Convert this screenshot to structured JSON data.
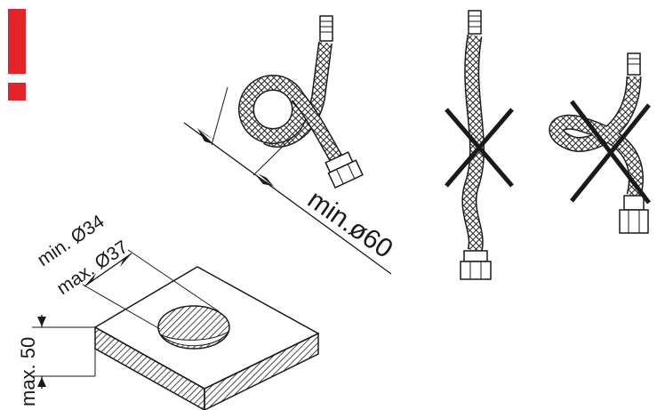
{
  "warning": {
    "symbol": "!",
    "color": "#e3242b"
  },
  "hose_loop": {
    "dimension_label": "min.ø60"
  },
  "mounting_hole": {
    "min_diameter_label": "min. Ø34",
    "max_diameter_label": "max. Ø37",
    "max_thickness_label": "max. 50"
  },
  "forbidden_marks": [
    {
      "id": "twisted-hose",
      "mark": "cross"
    },
    {
      "id": "knotted-hose",
      "mark": "cross"
    }
  ],
  "colors": {
    "line": "#1a1a1a",
    "warning": "#e3242b"
  }
}
